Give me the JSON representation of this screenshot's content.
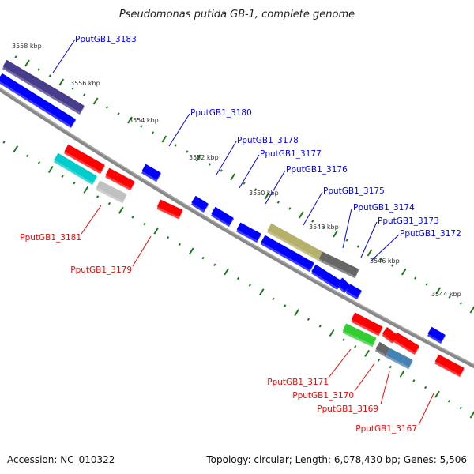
{
  "title": "Pseudomonas putida GB-1, complete genome",
  "footer": {
    "accession": "Accession: NC_010322",
    "summary": "Topology: circular; Length: 6,078,430 bp; Genes: 5,506"
  },
  "colors": {
    "forward_label": "#0000ff",
    "reverse_label": "#ff0000",
    "backbone": "#808080",
    "ticks": "#1a7a1a",
    "forward_cds": "#0000ff",
    "reverse_cds": "#ff0000"
  },
  "ticks": [
    "3558 kbp",
    "3556 kbp",
    "3554 kbp",
    "3552 kbp",
    "3550 kbp",
    "3548 kbp",
    "3546 kbp",
    "3544 kbp"
  ],
  "labels": {
    "forward": [
      "PputGB1_3183",
      "PputGB1_3180",
      "PputGB1_3178",
      "PputGB1_3177",
      "PputGB1_3176",
      "PputGB1_3175",
      "PputGB1_3174",
      "PputGB1_3173",
      "PputGB1_3172"
    ],
    "reverse": [
      "PputGB1_3181",
      "PputGB1_3179",
      "PputGB1_3171",
      "PputGB1_3170",
      "PputGB1_3169",
      "PputGB1_3167"
    ]
  },
  "features": [
    {
      "strand": "forward",
      "color": "#483d8b"
    },
    {
      "strand": "forward",
      "color": "#0000ff"
    },
    {
      "strand": "forward",
      "color": "#0000ff"
    },
    {
      "strand": "forward",
      "color": "#0000ff"
    },
    {
      "strand": "forward",
      "color": "#0000ff"
    },
    {
      "strand": "forward",
      "color": "#0000ff"
    },
    {
      "strand": "forward",
      "color": "#b5b06a"
    },
    {
      "strand": "forward",
      "color": "#666666"
    },
    {
      "strand": "forward",
      "color": "#0000ff"
    },
    {
      "strand": "forward",
      "color": "#0000ff"
    },
    {
      "strand": "forward",
      "color": "#0000ff"
    },
    {
      "strand": "forward",
      "color": "#0000ff"
    },
    {
      "strand": "forward",
      "color": "#0000ff"
    },
    {
      "strand": "reverse",
      "color": "#ff0000"
    },
    {
      "strand": "reverse",
      "color": "#00cccc"
    },
    {
      "strand": "reverse",
      "color": "#ff0000"
    },
    {
      "strand": "reverse",
      "color": "#c0c0c0"
    },
    {
      "strand": "reverse",
      "color": "#ff0000"
    },
    {
      "strand": "reverse",
      "color": "#ff0000"
    },
    {
      "strand": "reverse",
      "color": "#32cd32"
    },
    {
      "strand": "reverse",
      "color": "#ff0000"
    },
    {
      "strand": "reverse",
      "color": "#ff0000"
    },
    {
      "strand": "reverse",
      "color": "#666666"
    },
    {
      "strand": "reverse",
      "color": "#4682b4"
    },
    {
      "strand": "reverse",
      "color": "#ff0000"
    }
  ]
}
